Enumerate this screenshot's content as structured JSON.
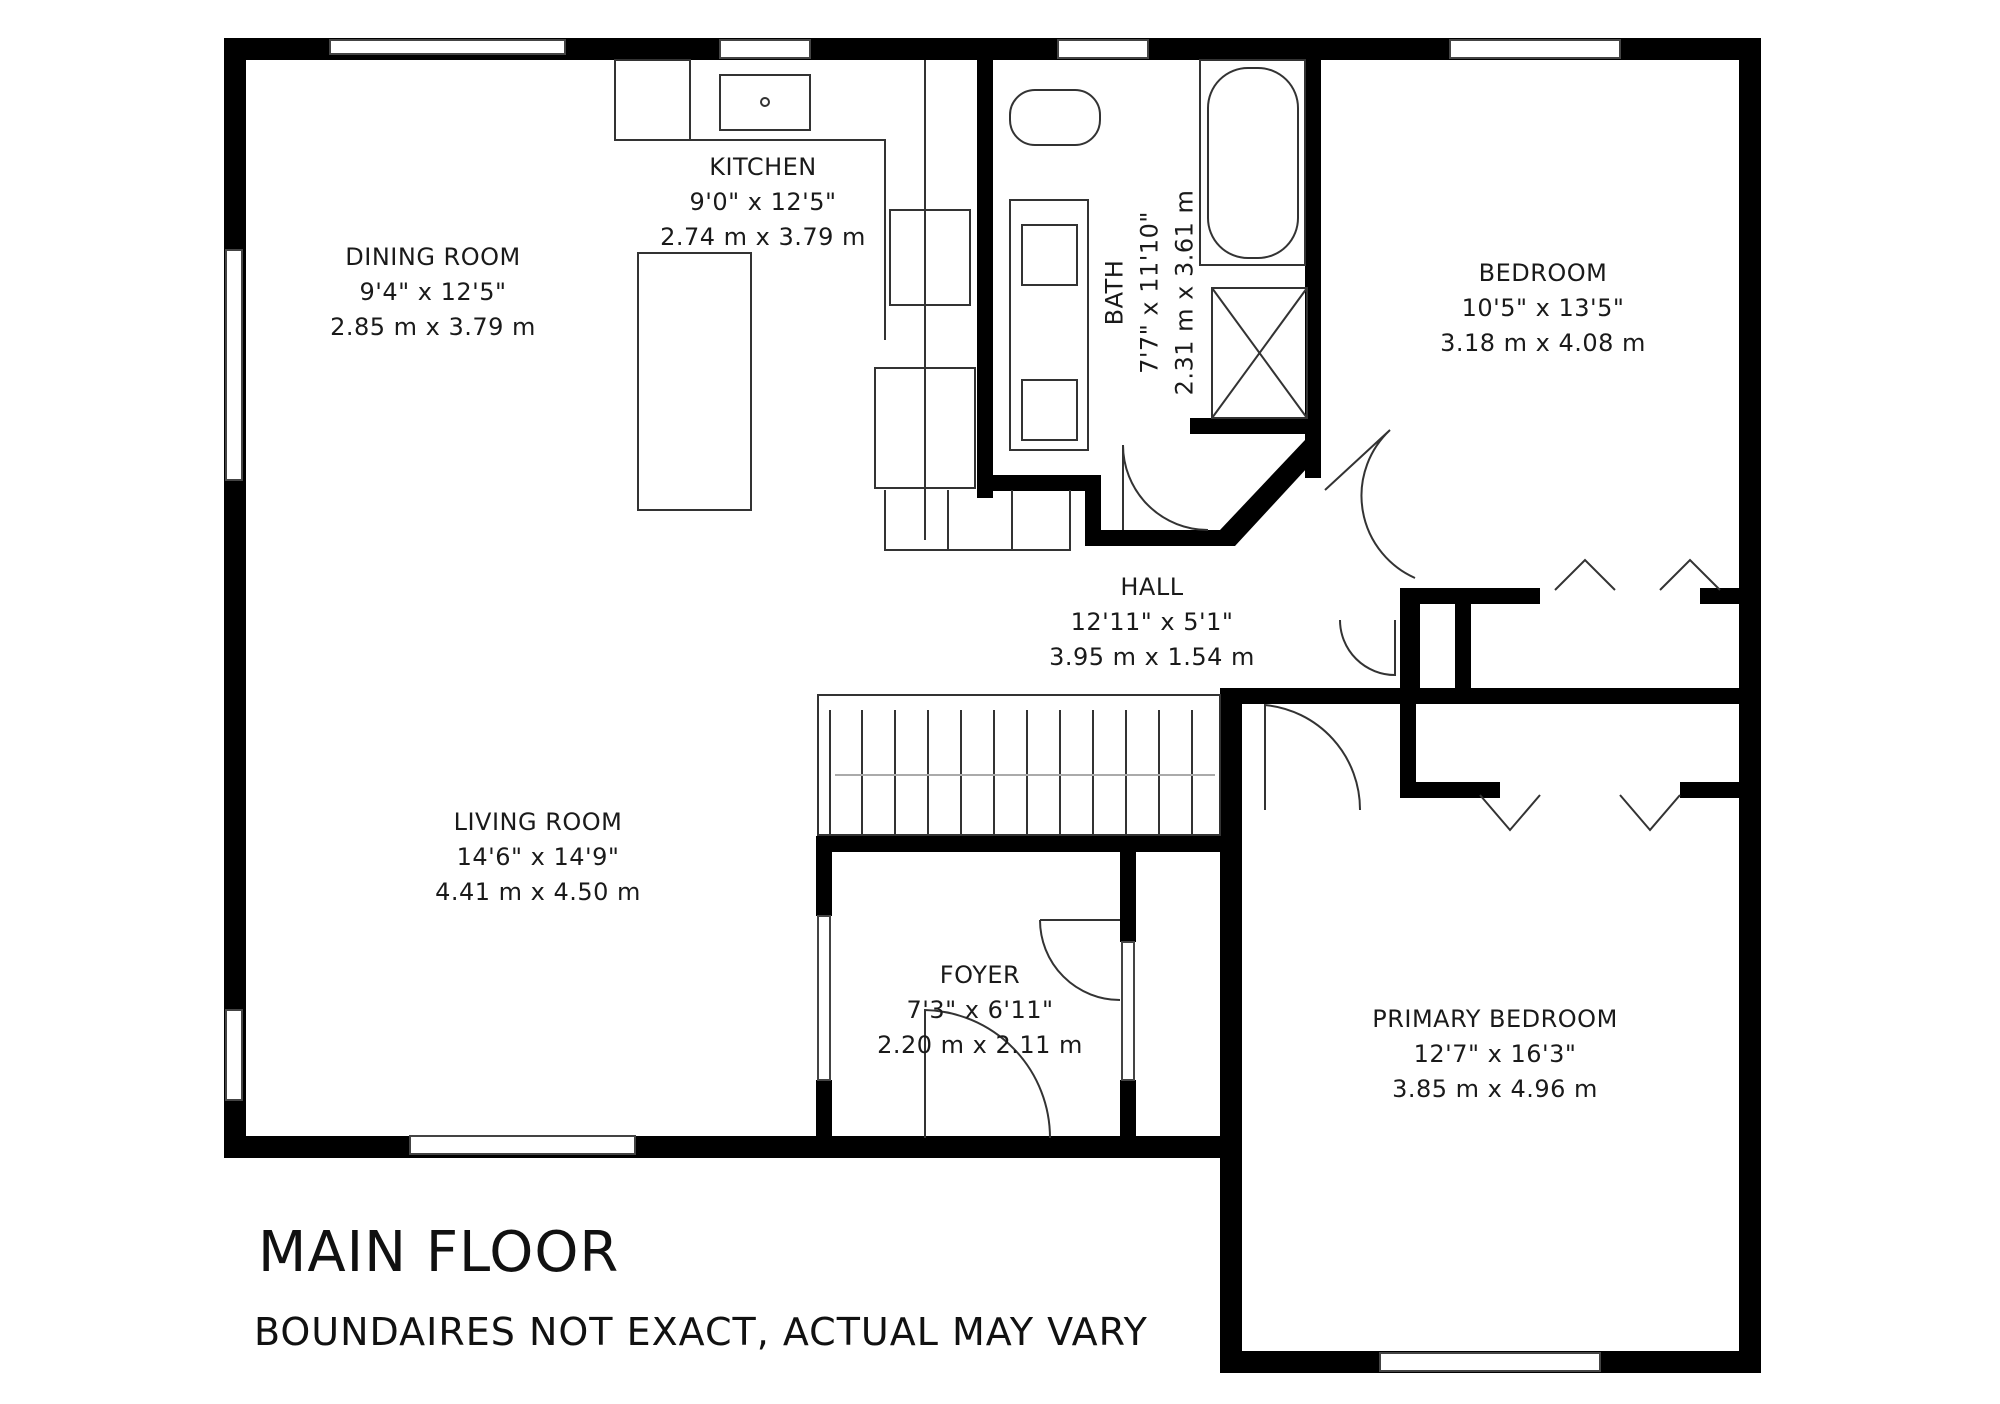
{
  "floor": {
    "title": "MAIN FLOOR",
    "note": "BOUNDAIRES NOT EXACT, ACTUAL MAY VARY"
  },
  "rooms": {
    "dining": {
      "name": "DINING ROOM",
      "imperial": "9'4\" x 12'5\"",
      "metric": "2.85 m x 3.79 m"
    },
    "kitchen": {
      "name": "KITCHEN",
      "imperial": "9'0\" x 12'5\"",
      "metric": "2.74 m x 3.79 m"
    },
    "bath": {
      "name": "BATH",
      "imperial": "7'7\" x 11'10\"",
      "metric": "2.31 m x 3.61 m"
    },
    "bedroom": {
      "name": "BEDROOM",
      "imperial": "10'5\" x 13'5\"",
      "metric": "3.18 m x 4.08 m"
    },
    "hall": {
      "name": "HALL",
      "imperial": "12'11\" x 5'1\"",
      "metric": "3.95 m x 1.54 m"
    },
    "living": {
      "name": "LIVING ROOM",
      "imperial": "14'6\" x 14'9\"",
      "metric": "4.41 m x 4.50 m"
    },
    "foyer": {
      "name": "FOYER",
      "imperial": "7'3\" x 6'11\"",
      "metric": "2.20 m x 2.11 m"
    },
    "primary": {
      "name": "PRIMARY BEDROOM",
      "imperial": "12'7\" x 16'3\"",
      "metric": "3.85 m x 4.96 m"
    }
  },
  "colors": {
    "wall": "#000000",
    "fixture": "#333333",
    "background": "#ffffff"
  }
}
